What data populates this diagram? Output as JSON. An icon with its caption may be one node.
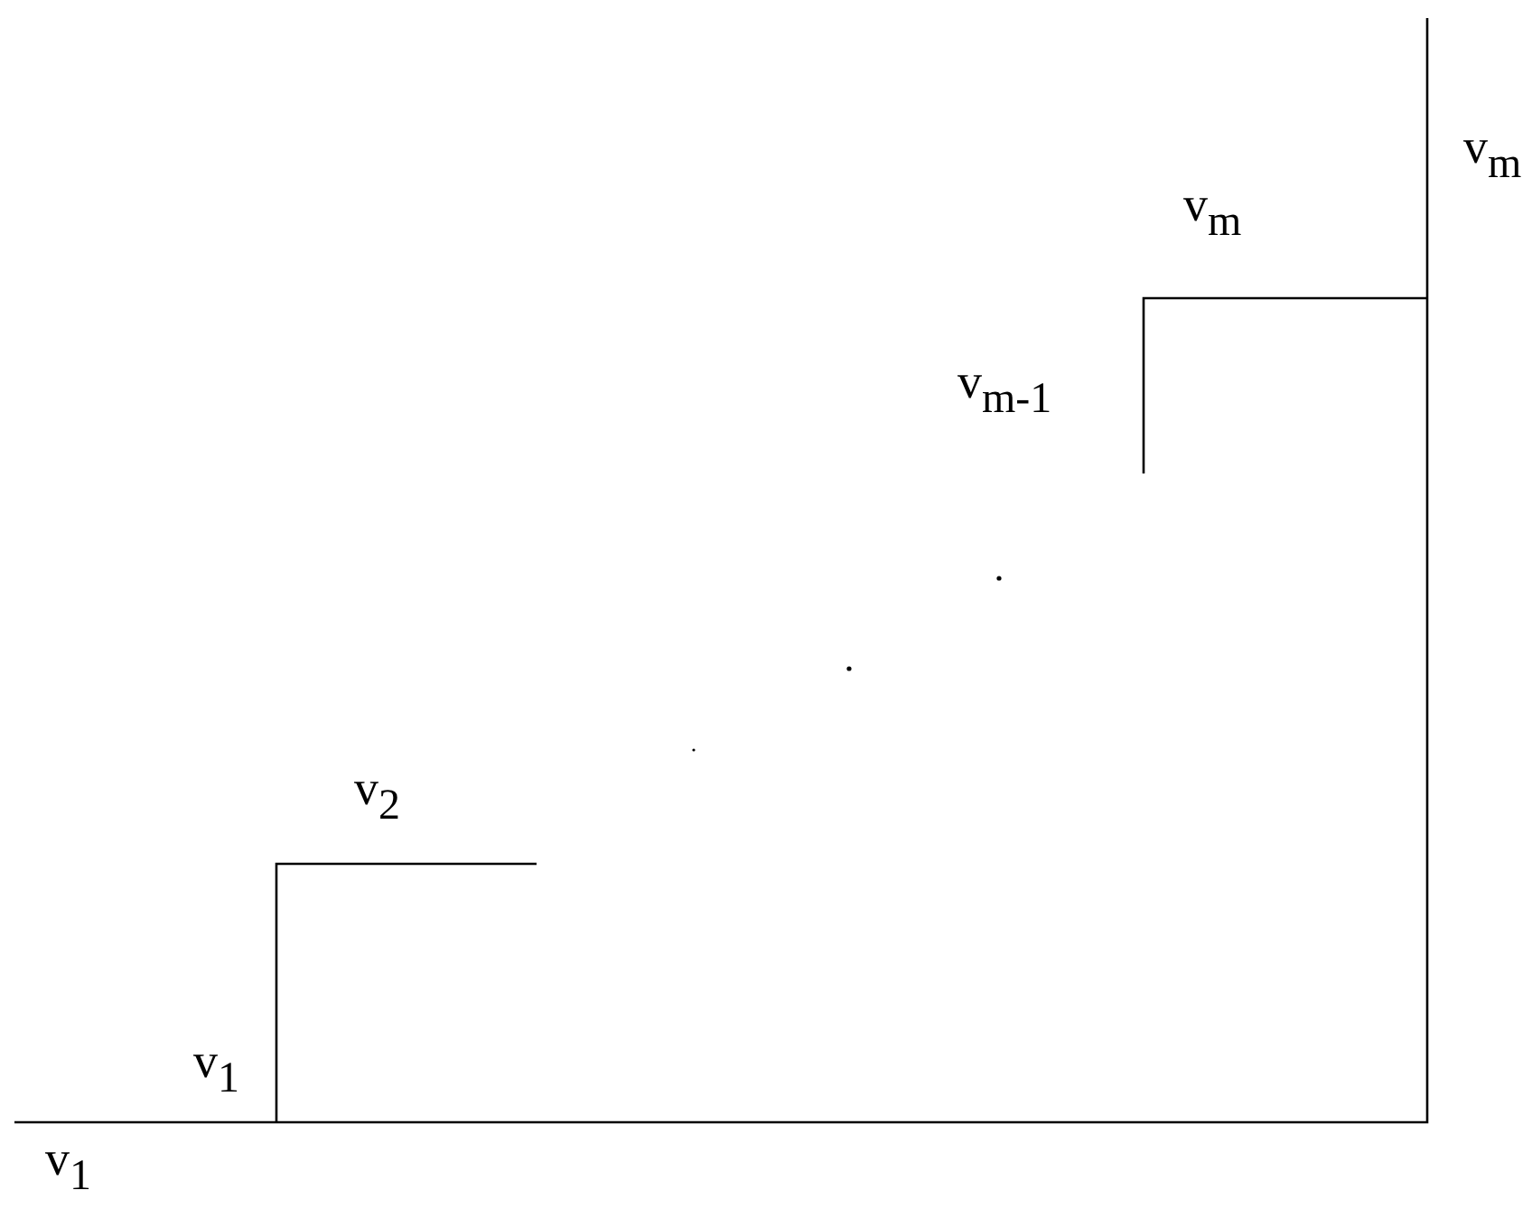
{
  "diagram": {
    "labels": [
      "v$_{m}$",
      "v$_{m}$",
      "v$_{m-1}$",
      "v$_{2}$",
      "v$_{1}$",
      "v$_{1}$"
    ]
  }
}
